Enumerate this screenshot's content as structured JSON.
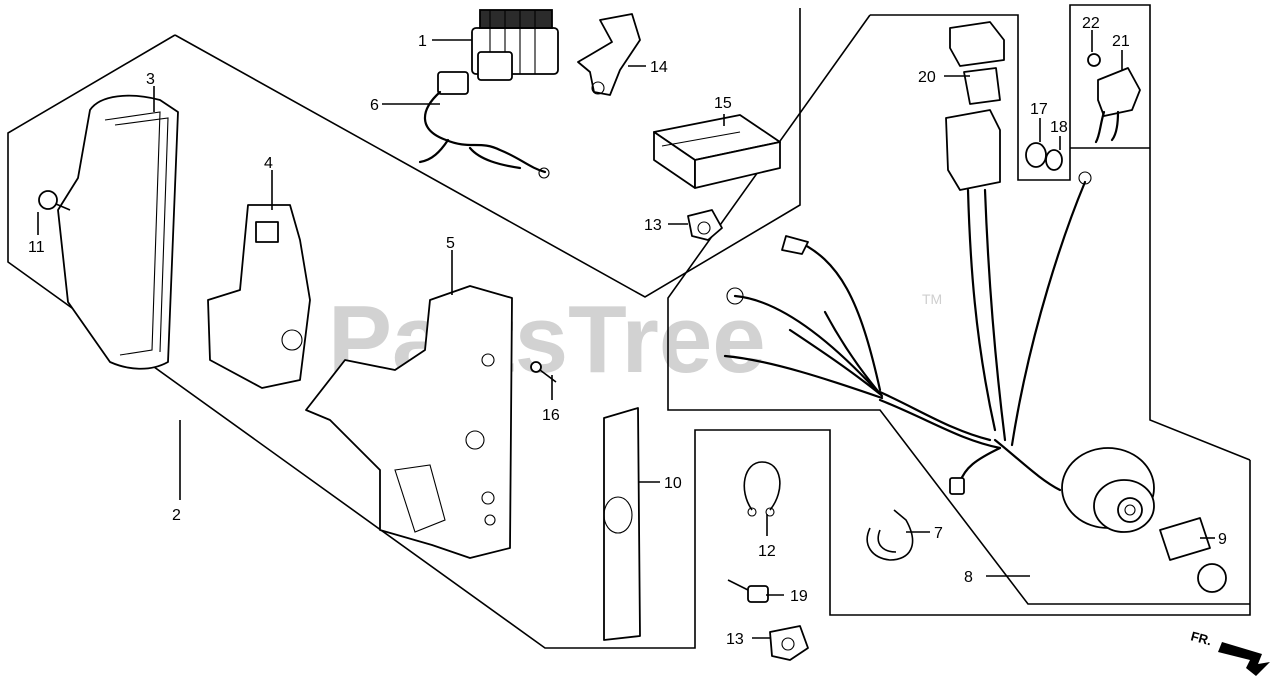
{
  "watermark": {
    "text": "PartsTree",
    "trademark": "TM"
  },
  "direction_marker": {
    "text": "FR."
  },
  "callouts": [
    {
      "id": "c1",
      "label": "1"
    },
    {
      "id": "c2",
      "label": "2"
    },
    {
      "id": "c3",
      "label": "3"
    },
    {
      "id": "c4",
      "label": "4"
    },
    {
      "id": "c5",
      "label": "5"
    },
    {
      "id": "c6",
      "label": "6"
    },
    {
      "id": "c7",
      "label": "7"
    },
    {
      "id": "c8",
      "label": "8"
    },
    {
      "id": "c9",
      "label": "9"
    },
    {
      "id": "c10",
      "label": "10"
    },
    {
      "id": "c11",
      "label": "11"
    },
    {
      "id": "c12",
      "label": "12"
    },
    {
      "id": "c13a",
      "label": "13"
    },
    {
      "id": "c13b",
      "label": "13"
    },
    {
      "id": "c14",
      "label": "14"
    },
    {
      "id": "c15",
      "label": "15"
    },
    {
      "id": "c16",
      "label": "16"
    },
    {
      "id": "c17",
      "label": "17"
    },
    {
      "id": "c18",
      "label": "18"
    },
    {
      "id": "c19",
      "label": "19"
    },
    {
      "id": "c20",
      "label": "20"
    },
    {
      "id": "c21",
      "label": "21"
    },
    {
      "id": "c22",
      "label": "22"
    }
  ]
}
